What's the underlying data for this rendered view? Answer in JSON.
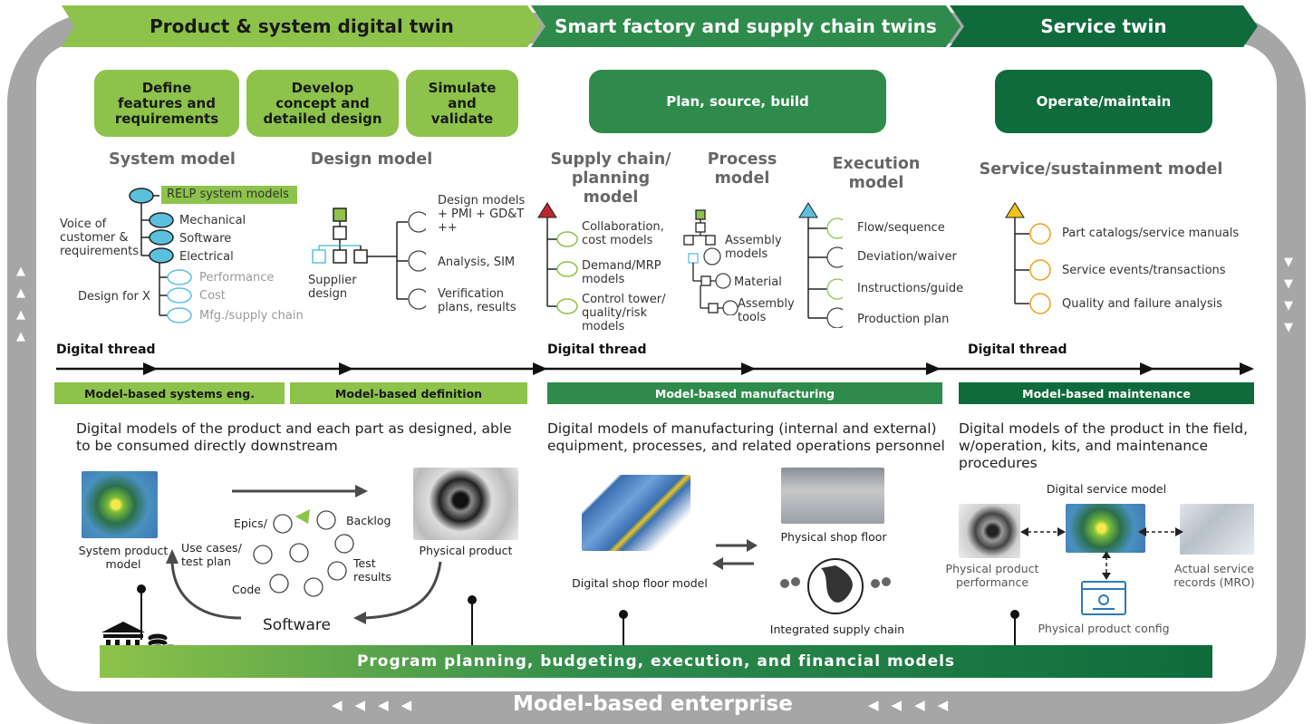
{
  "headers": {
    "product": "Product & system digital twin",
    "factory": "Smart factory and supply chain twins",
    "service": "Service twin"
  },
  "phases": {
    "define": "Define features and requirements",
    "develop": "Develop concept and detailed design",
    "simulate": "Simulate and validate",
    "plan": "Plan, source, build",
    "operate": "Operate/maintain"
  },
  "models": {
    "system": "System model",
    "design": "Design model",
    "supply": "Supply chain/ planning model",
    "process": "Process model",
    "execution": "Execution model",
    "service": "Service/sustainment model"
  },
  "system_tree": {
    "relp": "RELP system models",
    "voice": "Voice of customer & requirements",
    "mechanical": "Mechanical",
    "software": "Software",
    "electrical": "Electrical",
    "design_for_x": "Design for X",
    "performance": "Performance",
    "cost": "Cost",
    "mfg": "Mfg./supply chain"
  },
  "design_tree": {
    "supplier": "Supplier design",
    "items": [
      "Design models + PMI + GD&T ++",
      "Analysis, SIM",
      "Verification plans, results"
    ]
  },
  "supply_tree": [
    "Collaboration, cost models",
    "Demand/MRP models",
    "Control tower/ quality/risk models"
  ],
  "process_tree": [
    "Assembly models",
    "Material",
    "Assembly tools"
  ],
  "execution_tree": [
    "Flow/sequence",
    "Deviation/waiver",
    "Instructions/guide",
    "Production plan"
  ],
  "service_tree": [
    "Part catalogs/service manuals",
    "Service events/transactions",
    "Quality and failure analysis"
  ],
  "digital_thread": "Digital thread",
  "bands": {
    "mbse": "Model-based systems eng.",
    "mbd": "Model-based definition",
    "mbm": "Model-based manufacturing",
    "mbmaint": "Model-based maintenance"
  },
  "descriptions": {
    "product": "Digital models of the product and each part as designed, able to be consumed directly downstream",
    "factory": "Digital models of manufacturing (internal and external) equipment, processes, and related operations personnel",
    "service": "Digital models of the product in the field, w/operation, kits, and maintenance procedures"
  },
  "product_visual": {
    "system_product_model": "System product model",
    "physical_product": "Physical product",
    "software": "Software",
    "cycle": [
      "Epics/",
      "Backlog",
      "Use cases/ test plan",
      "Test results",
      "Code"
    ]
  },
  "factory_visual": {
    "digital_shop_floor": "Digital shop floor model",
    "physical_shop_floor": "Physical shop floor",
    "integrated_supply_chain": "Integrated supply chain"
  },
  "service_visual": {
    "digital_service_model": "Digital service model",
    "physical_product_performance": "Physical product performance",
    "actual_service_records": "Actual service records (MRO)",
    "physical_product_config": "Physical product config"
  },
  "bottom_bar": "Program planning, budgeting, execution, and financial models",
  "footer": "Model-based enterprise",
  "colors": {
    "light_green": "#8dc34a",
    "mid_green": "#2e8b4b",
    "dark_green": "#0f6b3c",
    "frame_gray": "#a6a6a6",
    "node_blue": "#5bc0de",
    "red": "#c0272d",
    "yellow": "#f0c419"
  }
}
